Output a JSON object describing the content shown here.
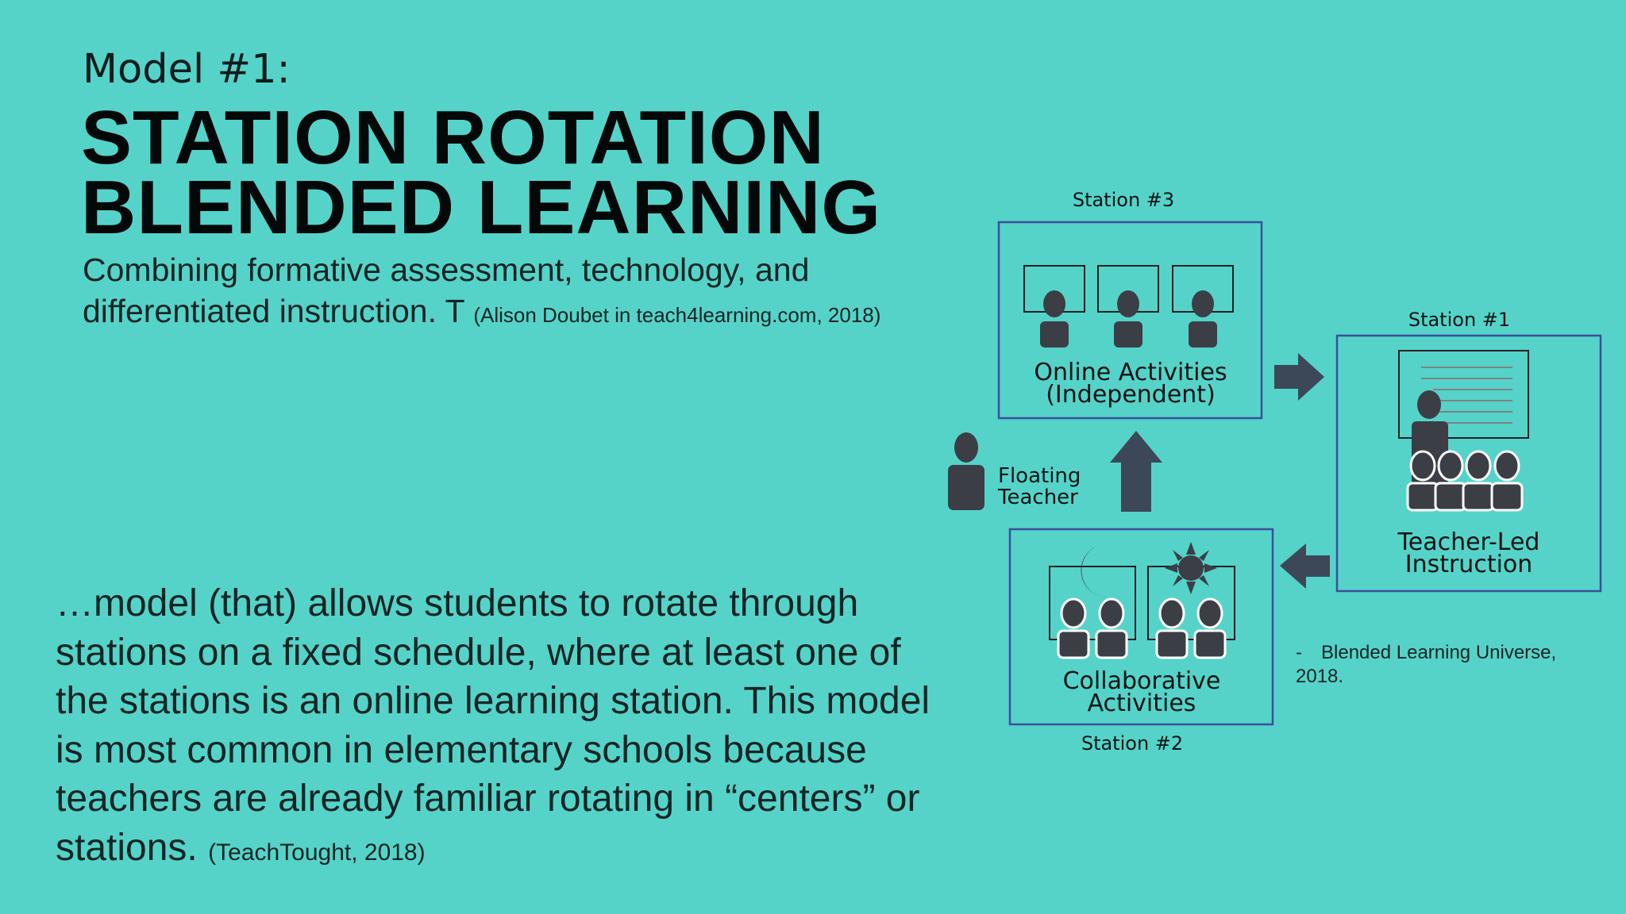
{
  "slide": {
    "model_label": "Model #1:",
    "title_line1": "STATION ROTATION",
    "title_line2": "BLENDED LEARNING",
    "subtitle": "Combining formative assessment, technology, and differentiated instruction. T ",
    "subtitle_cite": "(Alison Doubet in teach4learning.com, 2018)",
    "quote": "…model (that) allows students to rotate through stations on a fixed schedule, where at least one of the stations is an online learning station. This model is most common in elementary schools because teachers are already familiar rotating in “centers” or stations. ",
    "quote_cite": "(TeachTought, 2018)",
    "source_dash": "-",
    "source_text": "Blended Learning Universe, 2018."
  },
  "diagram": {
    "station3": {
      "label": "Station #3",
      "line1": "Online Activities",
      "line2": "(Independent)"
    },
    "station1": {
      "label": "Station #1",
      "line1": "Teacher-Led",
      "line2": "Instruction"
    },
    "station2": {
      "label": "Station #2",
      "line1": "Collaborative",
      "line2": "Activities"
    },
    "floating": {
      "line1": "Floating",
      "line2": "Teacher"
    },
    "colors": {
      "box_border": "#3b4f9a",
      "icon": "#3b3f45",
      "arrow": "#3c4858"
    },
    "icons": [
      "person-icon",
      "computer-icon",
      "moon-icon",
      "sun-icon",
      "whiteboard-icon",
      "arrow-right-icon",
      "arrow-left-icon",
      "arrow-up-icon"
    ]
  }
}
